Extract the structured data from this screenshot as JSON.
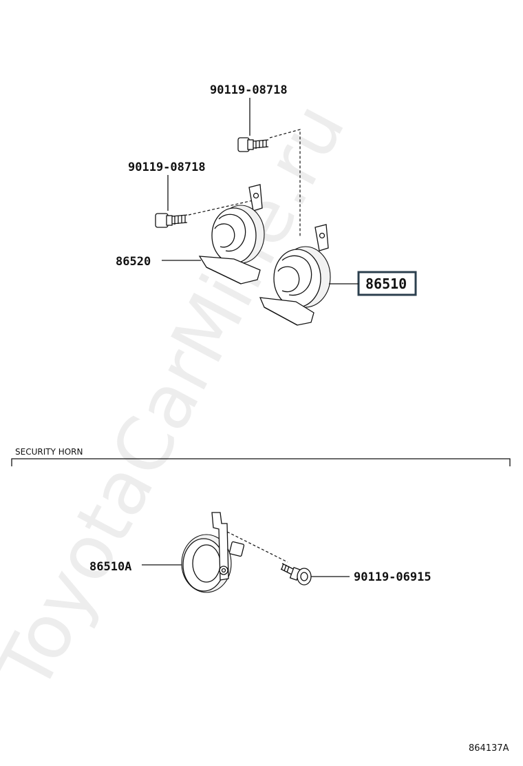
{
  "parts": {
    "bolt_top": "90119-08718",
    "bolt_left": "90119-08718",
    "horn_low": "86520",
    "horn_high": "86510",
    "security_horn": "86510A",
    "security_bolt": "90119-06915"
  },
  "section_label": "SECURITY HORN",
  "figure_number": "864137A",
  "watermark": "ToyotaCarMine.ru",
  "highlight_color": "#2b3f4e"
}
